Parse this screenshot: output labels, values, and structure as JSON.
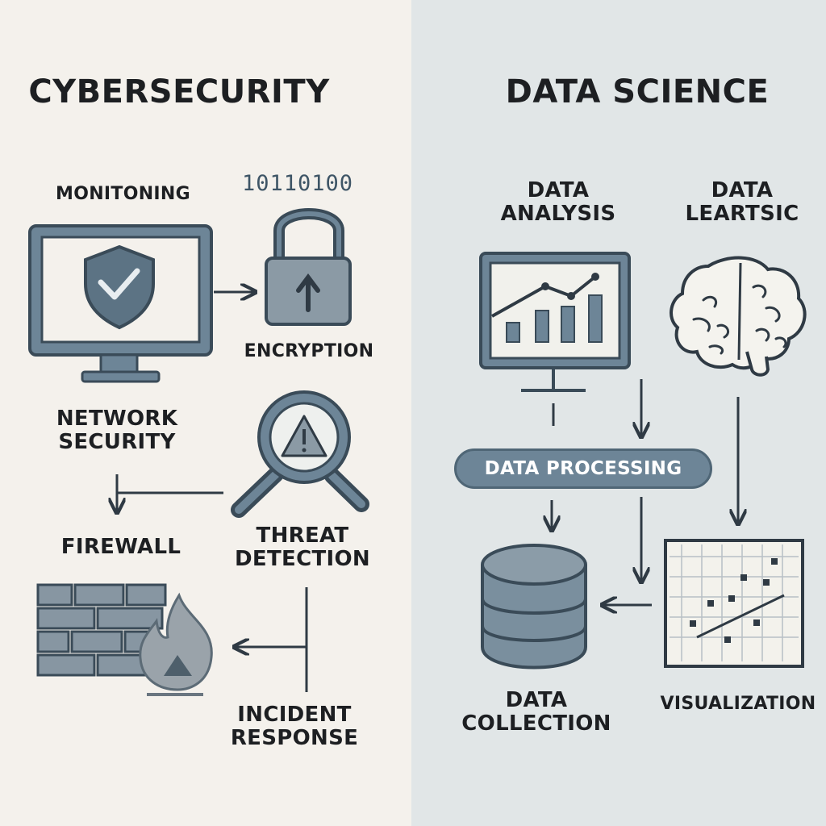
{
  "cybersecurity": {
    "title": "CYBERSECURITY",
    "monitoring": "MONITONING",
    "binary": "10110100",
    "encryption": "ENCRYPTION",
    "network_security": [
      "NETWORK",
      "SECURITY"
    ],
    "firewall": "FIREWALL",
    "threat_detection": [
      "THREAT",
      "DETECTION"
    ],
    "incident_response": [
      "INCIDENT",
      "RESPONSE"
    ]
  },
  "data_science": {
    "title": "DATA SCIENCE",
    "data_analysis": [
      "DATA",
      "ANALYSIS"
    ],
    "data_learning": [
      "DATA",
      "LEARTSIC"
    ],
    "data_processing": "DATA PROCESSING",
    "data_collection": [
      "DATA",
      "COLLECTION"
    ],
    "visualization": "VISUALIZATION"
  },
  "colors": {
    "left_background": "#f4f1ec",
    "right_background": "#e1e6e7",
    "icon_fill": "#6d8597",
    "outline": "#3a4b58"
  }
}
